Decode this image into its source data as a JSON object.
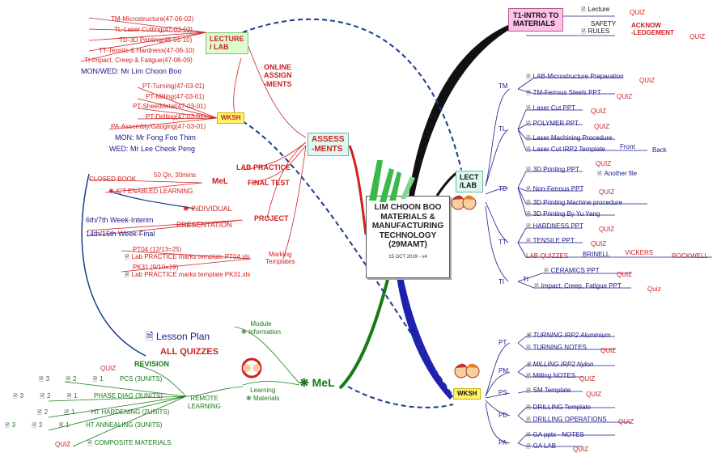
{
  "central": {
    "title_lines": [
      "LIM CHOON BOO",
      "MATERIALS &",
      "MANUFACTURING",
      "TECHNOLOGY",
      "(29MAMT)"
    ],
    "version": "15 OCT 2019 - v4"
  },
  "t1": {
    "title_lines": [
      "T1-INTRO TO",
      "MATERIALS"
    ],
    "lecture": "Lecture",
    "safety": "SAFETY",
    "rules": "RULES",
    "ack": "ACKNOW",
    "ack2": "-LEDGEMENT",
    "quiz": "QUIZ"
  },
  "lect_lab": {
    "title_lines": [
      "LECT",
      "/LAB"
    ]
  },
  "tm": {
    "label": "TM",
    "items": [
      "LAB-Microstructure Preparation",
      "TM-Ferrous Steels PPT"
    ],
    "quiz": "QUIZ"
  },
  "tl": {
    "label": "TL",
    "items": [
      "Laser Cut PPT",
      "POLYMER PPT",
      "Laser Machining Procedure",
      "Laser Cut IRP2 Template"
    ],
    "front": "Front",
    "back": "Back"
  },
  "td": {
    "label": "TD",
    "items": [
      "3D Printing PPT",
      "Non-Ferrous PPT",
      "3D Printing Machine procedure",
      "3D Printing By Yu Yang"
    ],
    "another": "Another file"
  },
  "tt": {
    "label": "TT",
    "items": [
      "HARDNESS PPT",
      "TENSILE PPT"
    ],
    "lab_quizzes": "LAB QUIZZES",
    "brinell": "BRINELL",
    "vickers": "VICKERS",
    "rockwell": "ROCKWELL"
  },
  "ti": {
    "label": "TI",
    "items": [
      "CERAMICS PPT",
      "Impact, Creep, Fatigue PPT"
    ],
    "quiz": "Quiz"
  },
  "wksh_right": {
    "title": "WKSH"
  },
  "pt": {
    "label": "PT",
    "items": [
      "TURNING IRP2 Aluminium",
      "TURNING NOTES"
    ]
  },
  "pm": {
    "label": "PM",
    "items": [
      "MILLING IRP2 Nylon",
      "Milling NOTES"
    ]
  },
  "ps": {
    "label": "PS",
    "items": [
      "SM Template"
    ]
  },
  "pd": {
    "label": "PD",
    "items": [
      "DRILLING Template",
      "DRILLING OPERATIONS"
    ]
  },
  "pa": {
    "label": "PA",
    "items": [
      "GA pptx - NOTES",
      "GA LAB"
    ],
    "quiz": "QUIZ"
  },
  "lecture_lab": {
    "title_lines": [
      "LECTURE",
      "/ LAB"
    ],
    "items": [
      "TM-Microstructure(47-06-02)",
      "TL-Laser Cutting(47-03-03)",
      "TD-3D Printing(46-01-10)",
      "TT-Tensile & Hardness(47-06-10)",
      "TI-Impact, Creep & Fatigue(47-06-09)"
    ],
    "lecturer": "MON/WED: Mr Lim Choon Boo"
  },
  "online": {
    "title_lines": [
      "ONLINE",
      "ASSIGN",
      "-MENTS"
    ]
  },
  "wksh_left": {
    "title": "WKSH",
    "items": [
      "PT-Turning(47-03-01)",
      "PT-Milling(47-03-01)",
      "PT-SheetMetal(47-03-01)",
      "PT-Drilling(47-03-01)",
      "PA-Assembly/Gauging(47-03-01)"
    ],
    "mon": "MON:  Mr Fong Foo Thim",
    "wed": "WED: Mr Lee Cheok Peng"
  },
  "assess": {
    "title_lines": [
      "ASSESS",
      "-MENTS"
    ]
  },
  "lab_practice": "LAB PRACTICE",
  "final_test": "FINAL TEST",
  "mel_small": "MeL",
  "closed_book": "CLOSED BOOK",
  "qn": "50 Qn, 30mins",
  "ict": "ICT ENABLED LEARNING",
  "project": "PROJECT",
  "individual": "INDIVIDUAL",
  "presentation": "PRESENTATION",
  "interim": "6th/7th Week-Interim",
  "final": "14th/15th Week-Final",
  "marking": {
    "label_lines": [
      "Marking",
      "Templates"
    ],
    "pt04": "PT04 (12/13=25)",
    "pt04_file": "Lab PRACTICE marks template PT04.xls",
    "pk31": "PK31 (9/10=19)",
    "pk31_file": "Lab PRACTICE marks template PK31.xls"
  },
  "mel": {
    "title": "MeL",
    "module": "Module",
    "information": "Information",
    "lesson_plan": "Lesson Plan",
    "all_quizzes": "ALL QUIZZES",
    "learning": "Learning",
    "materials": "Materials",
    "revision": "REVISION",
    "remote1": "REMOTE",
    "remote2": "LEARNING",
    "quiz": "QUIZ",
    "rows": [
      {
        "label": "PCS (3UNITS)",
        "n": [
          "3",
          "2",
          "1"
        ]
      },
      {
        "label": "PHASE DIAG (3UNITS)",
        "n": [
          "3",
          "2",
          "1"
        ]
      },
      {
        "label": "HT HARDENING (2UNITS)",
        "n": [
          "2",
          "1"
        ]
      },
      {
        "label": "HT ANNEALING (3UNITS)",
        "n": [
          "3",
          "2",
          "1"
        ]
      }
    ],
    "composite": "COMPOSITE MATERIALS"
  },
  "colors": {
    "red": "#d02020",
    "navy": "#1a1a8c",
    "green": "#1a7a1a"
  }
}
